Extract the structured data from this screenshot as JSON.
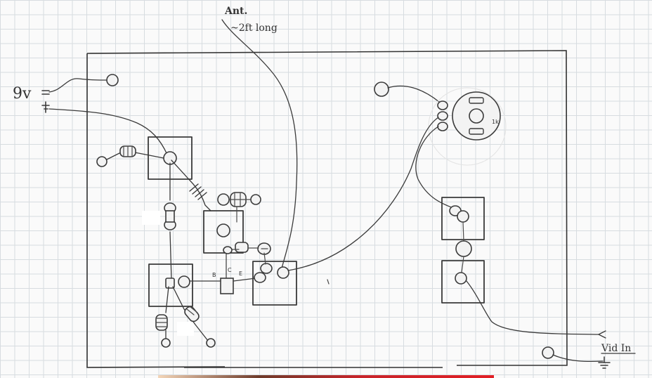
{
  "labels": {
    "antenna": "Ant.",
    "antenna_length": "~2ft long",
    "battery": "9v",
    "battery_minus": "−",
    "battery_plus": "+",
    "transistor_b": "B",
    "transistor_c": "C",
    "transistor_e": "E",
    "vid_in": "Vid In",
    "pot_mark": "1k"
  },
  "colors": {
    "ink": "#3a3a3a",
    "grid": "#d7dce0",
    "paper": "#fafafa"
  }
}
